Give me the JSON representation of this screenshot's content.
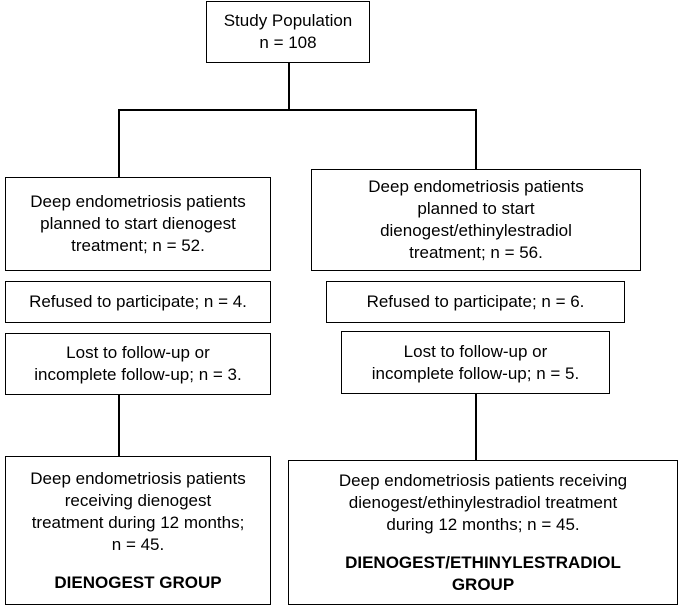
{
  "population": {
    "title": "Study Population",
    "n": "n = 108"
  },
  "left": {
    "planned": "Deep endometriosis patients\nplanned to start dienogest\ntreatment; n = 52.",
    "refused": "Refused to participate; n = 4.",
    "lost": "Lost to follow-up or\nincomplete follow-up; n = 3.",
    "receiving": "Deep endometriosis patients\nreceiving dienogest\ntreatment during 12 months;\nn = 45.",
    "group": "DIENOGEST GROUP"
  },
  "right": {
    "planned": "Deep endometriosis patients\nplanned to start\ndienogest/ethinylestradiol\ntreatment; n = 56.",
    "refused": "Refused to participate; n = 6.",
    "lost": "Lost to follow-up or\nincomplete follow-up; n = 5.",
    "receiving": "Deep endometriosis patients receiving\ndienogest/ethinylestradiol treatment\nduring 12 months; n = 45.",
    "group": "DIENOGEST/ETHINYLESTRADIOL\nGROUP"
  }
}
